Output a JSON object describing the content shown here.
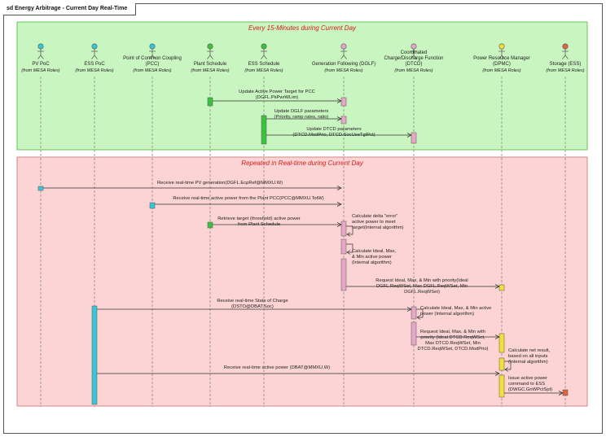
{
  "title": "sd Energy Arbitrage - Current Day Real-Time",
  "frames": [
    {
      "label": "Every 15-Minutes during Current Day",
      "color": "#c9f5c0",
      "border": "#6fbf5f"
    },
    {
      "label": "Repeated in Real-time during Current Day",
      "color": "#fcd4d4",
      "border": "#d08a8a"
    }
  ],
  "lifelines": [
    {
      "name": [
        "PV PoC"
      ],
      "sub": "(from MESA Roles)",
      "color": "#35c7d8"
    },
    {
      "name": [
        "ESS PoC"
      ],
      "sub": "(from MESA Roles)",
      "color": "#35c7d8"
    },
    {
      "name": [
        "Point of Common Coupling",
        "(PCC)"
      ],
      "sub": "(from MESA Roles)",
      "color": "#35c7d8"
    },
    {
      "name": [
        "Plant Schedule"
      ],
      "sub": "(from MESA Roles)",
      "color": "#3cc33c"
    },
    {
      "name": [
        "ESS Schedule"
      ],
      "sub": "(from MESA Roles)",
      "color": "#3cc33c"
    },
    {
      "name": [
        "Generation Following (DGLF)"
      ],
      "sub": "(from MESA Roles)",
      "color": "#e7a8c8"
    },
    {
      "name": [
        "Coordinated",
        "Charge/Discharge Function",
        "(DTCD)"
      ],
      "sub": "(from MESA Roles)",
      "color": "#e7a8c8"
    },
    {
      "name": [
        "Power Resource Manager",
        "(DPMC)"
      ],
      "sub": "(from MESA Roles)",
      "color": "#f2e03a"
    },
    {
      "name": [
        "Storage (ESS)"
      ],
      "sub": "(from MESA Roles)",
      "color": "#e0643a"
    }
  ],
  "messages": [
    {
      "text": [
        "Update Active Power Target for PCC",
        "(DGFL.PkPwrWLim)"
      ]
    },
    {
      "text": [
        "Update DGLF parameters",
        "(Priority, ramp rates, ratio)"
      ]
    },
    {
      "text": [
        "Update DTCD parameters",
        "(DTCD.ModPrio, DTCD.SocUseTgtPct)"
      ]
    },
    {
      "text": [
        "Receive real-time PV generation(DGFL.EcpRef@MMXU.W)"
      ]
    },
    {
      "text": [
        "Receive real-time active power from the Plant PCC(PCC@MMXU.TotW)"
      ]
    },
    {
      "text": [
        "Retrieve target (threshold) active power",
        "from Plant Schedule"
      ]
    },
    {
      "text": [
        "Calculate delta \"error\"",
        "active power to meet",
        "target(Internal algorithm)"
      ]
    },
    {
      "text": [
        "Calculate Ideal, Max,",
        "& Min active power",
        "(Internal algorithm)"
      ]
    },
    {
      "text": [
        "Request Ideal, Max, & Min with priority(Ideal",
        "DGFL.ReqWSet, Max DGFL.ReqWSet, Min",
        "DGFL.ReqWSet)"
      ]
    },
    {
      "text": [
        "Receive real-time State of Charge",
        "(DSTO@DBAT.Soc)"
      ]
    },
    {
      "text": [
        "Calculate Ideal, Max, & Min active",
        "power (Internal algorithm)"
      ]
    },
    {
      "text": [
        "Request Ideal, Max, & Min with",
        "priority (Ideal DTCD.ReqWSet,",
        "Max DTCD.ReqWSet, Min",
        "DTCD.ReqWSet, DTCD.ModPrio)"
      ]
    },
    {
      "text": [
        "Calculate net result,",
        "based on all inputs",
        "(Internal algorithm)"
      ]
    },
    {
      "text": [
        "Receive real-time active power (DBAT@MMXU.W)"
      ]
    },
    {
      "text": [
        "Issue active power",
        "command to ESS",
        "(DWGC.GnWPctSpt)"
      ]
    }
  ]
}
